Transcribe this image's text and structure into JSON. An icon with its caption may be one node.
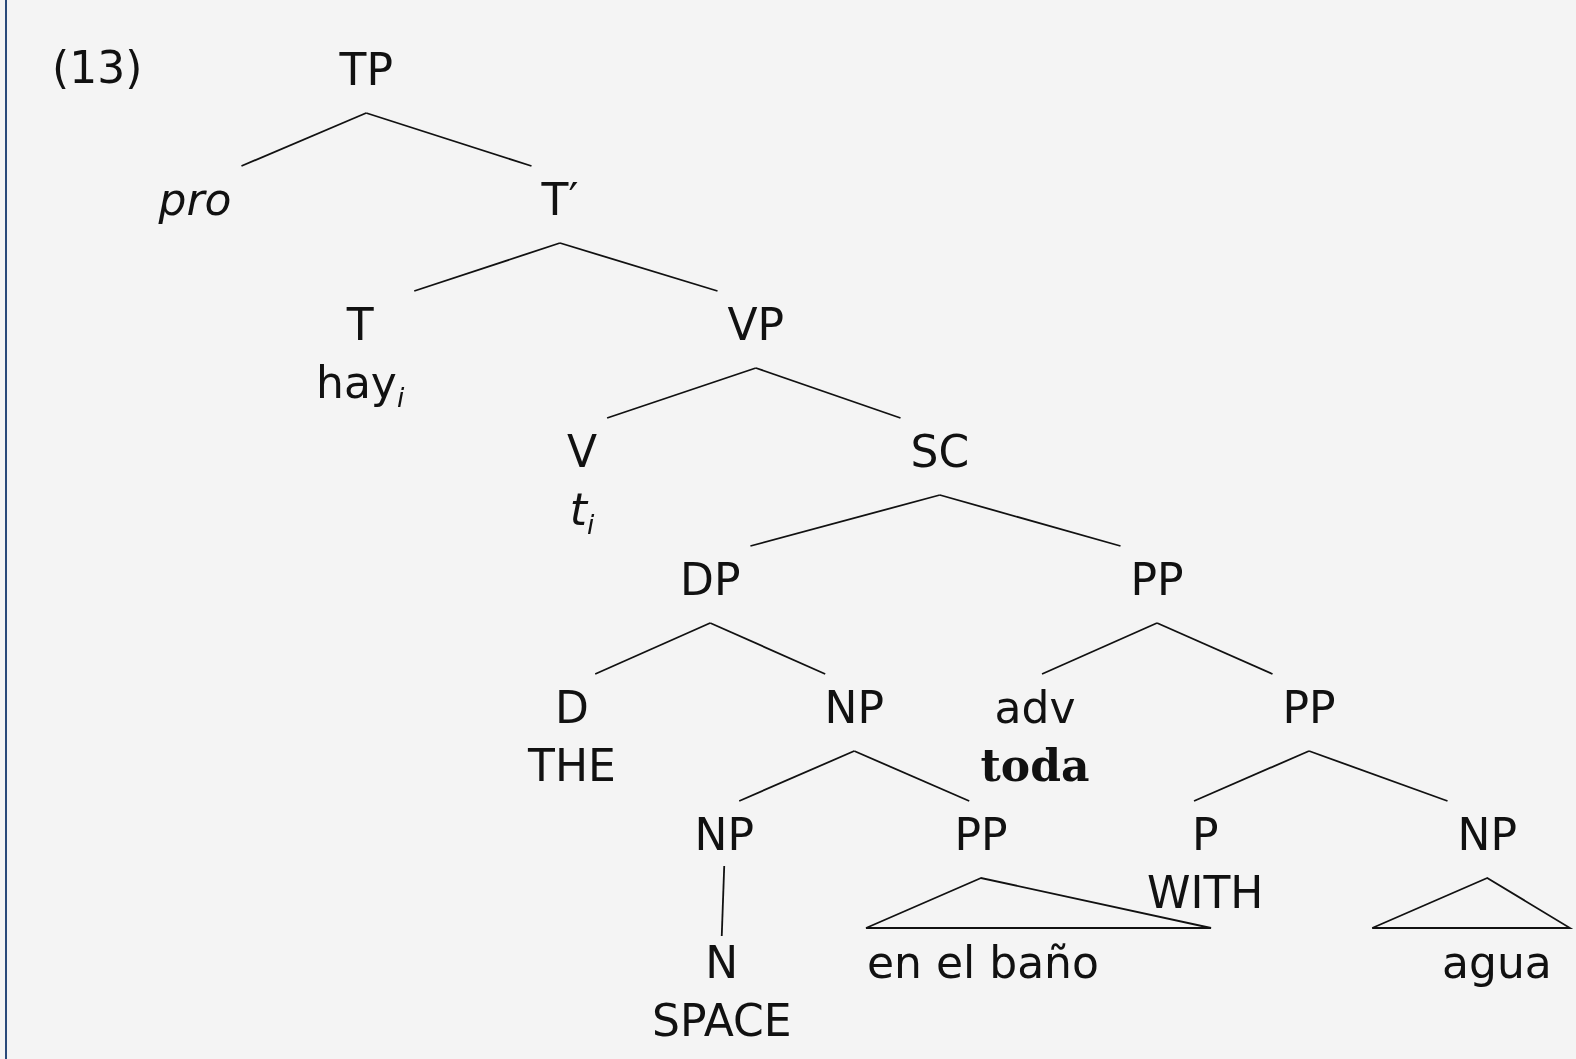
{
  "diagram": {
    "nodes": [
      {
        "text": [
          "TP"
        ]
      },
      {
        "text": [
          "pro"
        ]
      },
      {
        "text": [
          "T′"
        ]
      },
      {
        "text": [
          "T",
          "hay$_{i}$"
        ]
      },
      {
        "text": [
          "VP"
        ]
      },
      {
        "text": [
          "V",
          "*t*$_{i}$"
        ]
      },
      {
        "text": [
          "SC"
        ]
      },
      {
        "text": [
          "DP"
        ]
      },
      {
        "text": [
          "PP"
        ]
      },
      {
        "text": [
          "D",
          "THE"
        ]
      },
      {
        "text": [
          "NP"
        ]
      },
      {
        "text": [
          "adv",
          "toda"
        ]
      },
      {
        "text": [
          "PP"
        ]
      },
      {
        "text": [
          "NP"
        ]
      },
      {
        "text": [
          "PP"
        ]
      },
      {
        "text": [
          "P",
          "WITH"
        ]
      },
      {
        "text": [
          "NP"
        ]
      },
      {
        "text": [
          "N",
          "SPACE"
        ]
      },
      {
        "text": [
          "en el baño"
        ]
      },
      {
        "text": [
          "agua"
        ]
      }
    ],
    "edges": [
      {
        "from": 0,
        "to": 1,
        "arrow": "none"
      },
      {
        "from": 0,
        "to": 2,
        "arrow": "none"
      },
      {
        "from": 2,
        "to": 3,
        "arrow": "none"
      },
      {
        "from": 2,
        "to": 4,
        "arrow": "none"
      },
      {
        "from": 4,
        "to": 5,
        "arrow": "none"
      },
      {
        "from": 4,
        "to": 6,
        "arrow": "none"
      },
      {
        "from": 6,
        "to": 7,
        "arrow": "none"
      },
      {
        "from": 6,
        "to": 8,
        "arrow": "none"
      },
      {
        "from": 7,
        "to": 9,
        "arrow": "none"
      },
      {
        "from": 7,
        "to": 10,
        "arrow": "none"
      },
      {
        "from": 8,
        "to": 11,
        "arrow": "none"
      },
      {
        "from": 8,
        "to": 12,
        "arrow": "none"
      },
      {
        "from": 10,
        "to": 13,
        "arrow": "none"
      },
      {
        "from": 10,
        "to": 14,
        "arrow": "none"
      },
      {
        "from": 12,
        "to": 15,
        "arrow": "none"
      },
      {
        "from": 12,
        "to": 16,
        "arrow": "none"
      },
      {
        "from": 13,
        "to": 17,
        "arrow": "none"
      },
      {
        "from": 14,
        "to": 18,
        "arrow": "none"
      },
      {
        "from": 16,
        "to": 19,
        "arrow": "none"
      }
    ],
    "labels": [
      "(13)"
    ]
  }
}
